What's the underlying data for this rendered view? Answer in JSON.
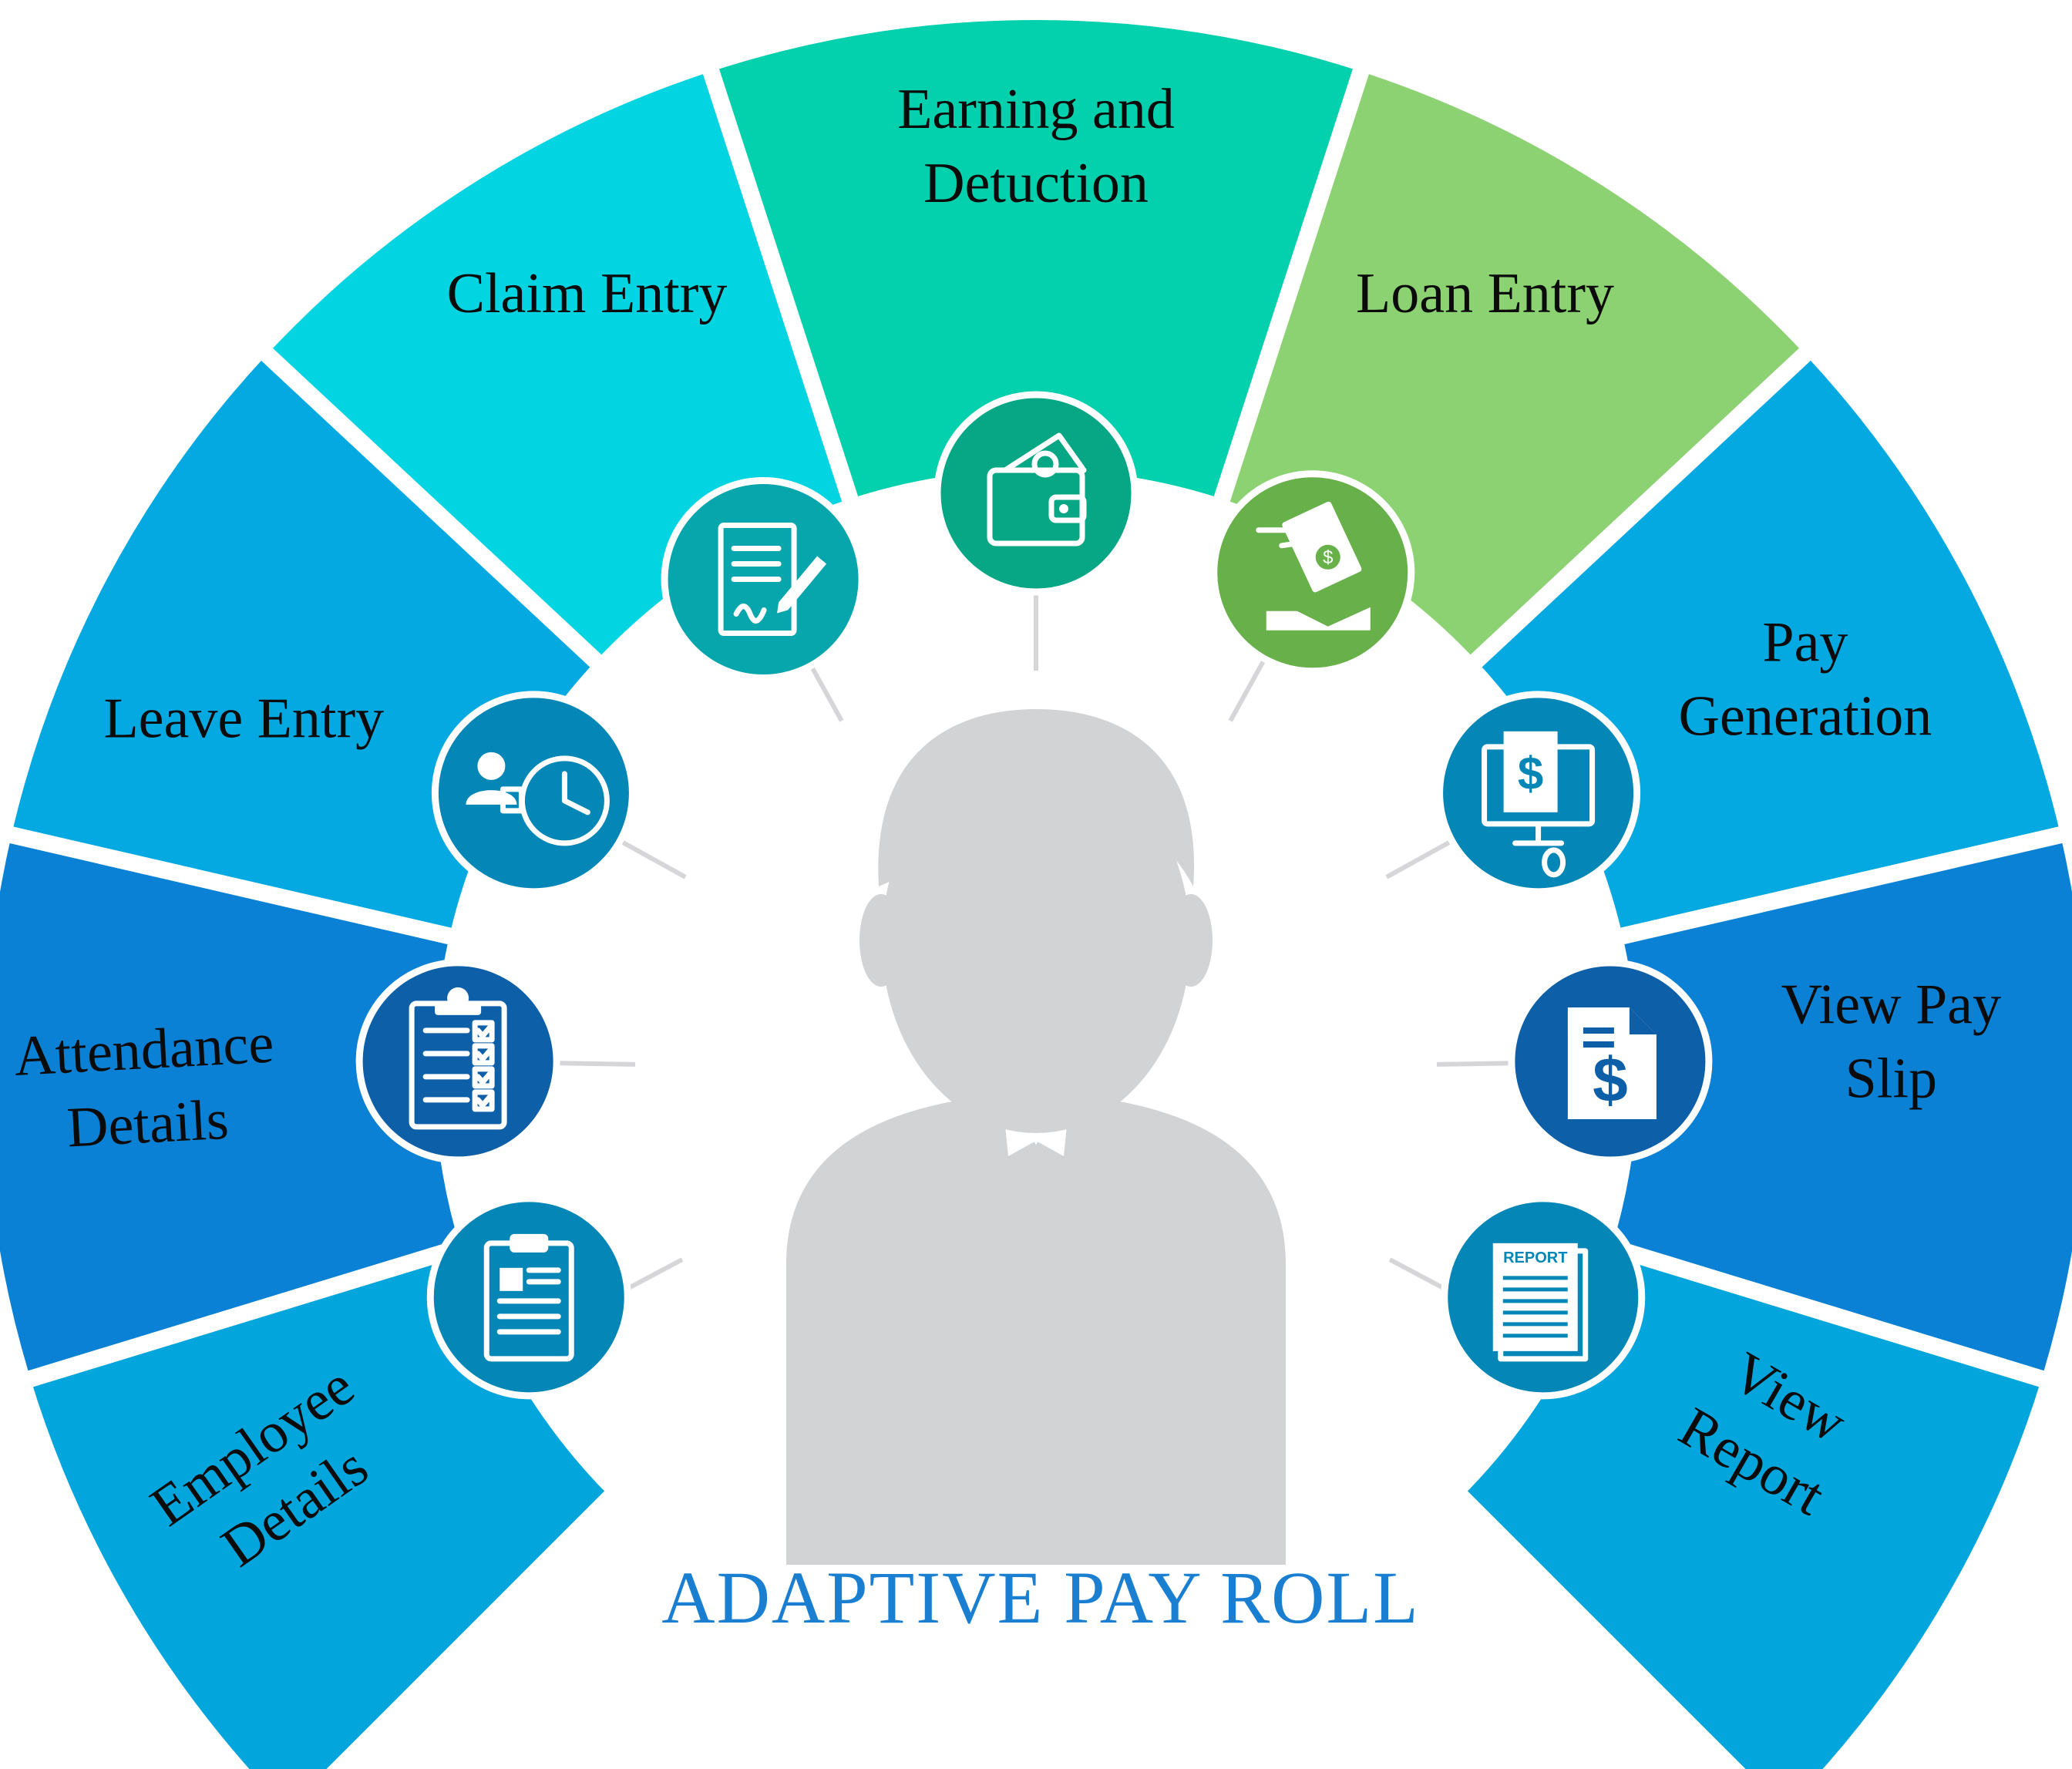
{
  "title": "ADAPTIVE PAY ROLL",
  "segments": [
    {
      "id": "employee-details",
      "lines": [
        "Employee",
        "Details"
      ],
      "color": "#02a5dc",
      "badge": "#0486b6",
      "icon": "clipboard-icon"
    },
    {
      "id": "attendance-details",
      "lines": [
        "Attendance",
        "Details"
      ],
      "color": "#0a81d4",
      "badge": "#0d5fa8",
      "icon": "checklist-icon"
    },
    {
      "id": "leave-entry",
      "lines": [
        "Leave Entry"
      ],
      "color": "#03a9e0",
      "badge": "#0486b6",
      "icon": "user-clock-icon"
    },
    {
      "id": "claim-entry",
      "lines": [
        "Claim Entry"
      ],
      "color": "#02d4e2",
      "badge": "#07a6ad",
      "icon": "document-sign-icon"
    },
    {
      "id": "earning-deduction",
      "lines": [
        "Earning and",
        "Detuction"
      ],
      "color": "#03d0ac",
      "badge": "#07a785",
      "icon": "wallet-icon"
    },
    {
      "id": "loan-entry",
      "lines": [
        "Loan Entry"
      ],
      "color": "#8cd273",
      "badge": "#67b04a",
      "icon": "money-hands-icon"
    },
    {
      "id": "pay-generation",
      "lines": [
        "Pay",
        "Generation"
      ],
      "color": "#03a9e0",
      "badge": "#0486b6",
      "icon": "computer-payslip-icon"
    },
    {
      "id": "view-pay-slip",
      "lines": [
        "View Pay",
        "Slip"
      ],
      "color": "#0a81d4",
      "badge": "#0d5fa8",
      "icon": "dollar-document-icon"
    },
    {
      "id": "view-report",
      "lines": [
        "View",
        "Report"
      ],
      "color": "#02a5dc",
      "badge": "#0486b6",
      "icon": "report-icon",
      "badge_text": "REPORT"
    }
  ],
  "center_icon": "person-icon"
}
